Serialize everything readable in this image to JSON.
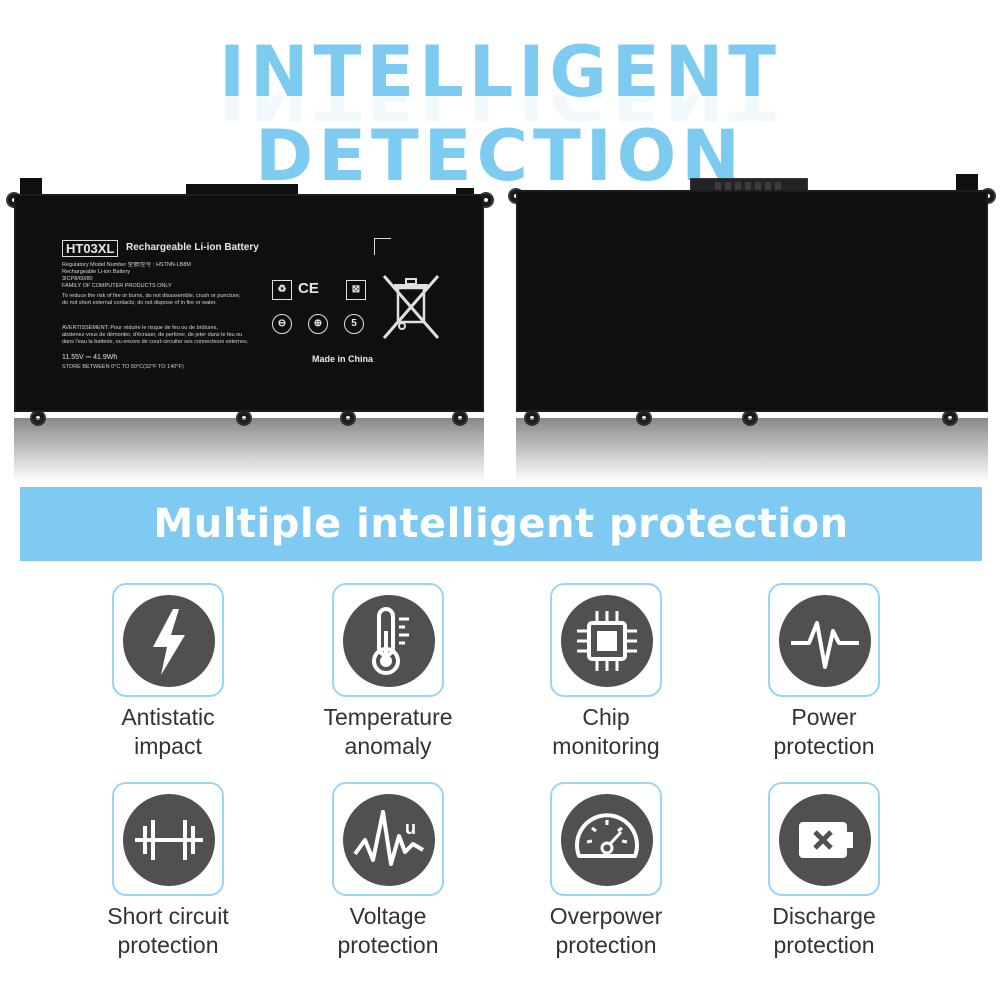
{
  "headline": "INTELLIGENT DETECTION",
  "battery_label": {
    "model": "HT03XL",
    "title": "Rechargeable Li-ion Battery",
    "regulatory": "Regulatory Model Number 型號/型号 : HSTNN-LB8M",
    "type": "Rechargeable Li-ion Battery",
    "cells": "3ICP8/60/80",
    "family": "FAMILY OF COMPUTER PRODUCTS ONLY",
    "warning_1": "To reduce the risk of fire or burns, do not disassemble, crush or puncture;",
    "warning_2": "do not short external contacts; do not dispose of in fire or water.",
    "avert": "AVERTISSEMENT: Pour réduire le risque de feu ou de brûlures,",
    "avert_2": "abstenez-vous de démonter, d'écraser, de perforer, de jeter dans le feu ou",
    "avert_3": "dans l'eau la batterie, ou encore de court-circuiter ses connecteurs externes.",
    "spec": "11.55V ⎓ 41.9Wh",
    "store": "STORE BETWEEN 0°C TO 50°C(32°F TO 140°F)",
    "made_in": "Made in China",
    "ce": "CE",
    "five": "5"
  },
  "banner": "Multiple intelligent protection",
  "features": [
    {
      "icon": "lightning-icon",
      "line1": "Antistatic",
      "line2": "impact"
    },
    {
      "icon": "thermometer-icon",
      "line1": "Temperature",
      "line2": "anomaly"
    },
    {
      "icon": "chip-icon",
      "line1": "Chip",
      "line2": "monitoring"
    },
    {
      "icon": "pulse-icon",
      "line1": "Power",
      "line2": "protection"
    },
    {
      "icon": "short-circuit-icon",
      "line1": "Short circuit",
      "line2": "protection"
    },
    {
      "icon": "voltage-wave-icon",
      "line1": "Voltage",
      "line2": "protection"
    },
    {
      "icon": "speedometer-icon",
      "line1": "Overpower",
      "line2": "protection"
    },
    {
      "icon": "battery-x-icon",
      "line1": "Discharge",
      "line2": "protection"
    }
  ],
  "voltage_icon_letter": "u",
  "colors": {
    "accent": "#7fcaf2",
    "icon_disc": "#505050",
    "battery": "#0f0f10",
    "caption": "#333333"
  }
}
